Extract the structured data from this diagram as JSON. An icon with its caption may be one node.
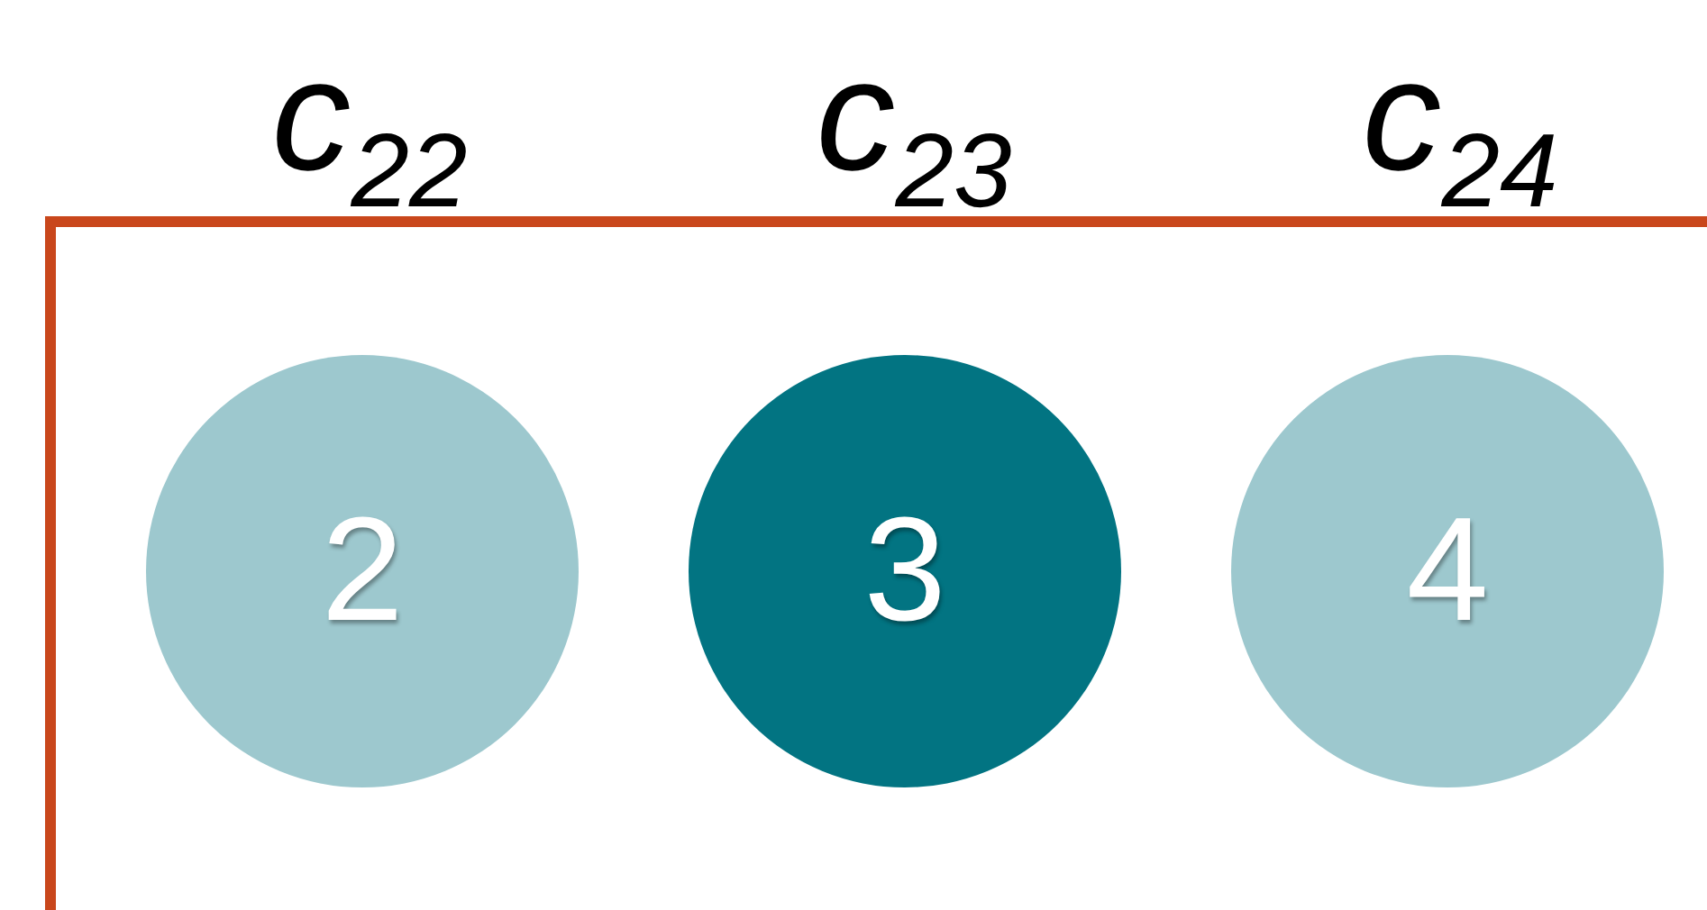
{
  "diagram": {
    "nodes": [
      {
        "text": [
          "2"
        ]
      },
      {
        "text": [
          "3"
        ]
      },
      {
        "text": [
          "4"
        ]
      }
    ],
    "edges": [],
    "labels": [
      "c$_{22}$",
      "c$_{23}$",
      "c$_{24}$"
    ]
  }
}
